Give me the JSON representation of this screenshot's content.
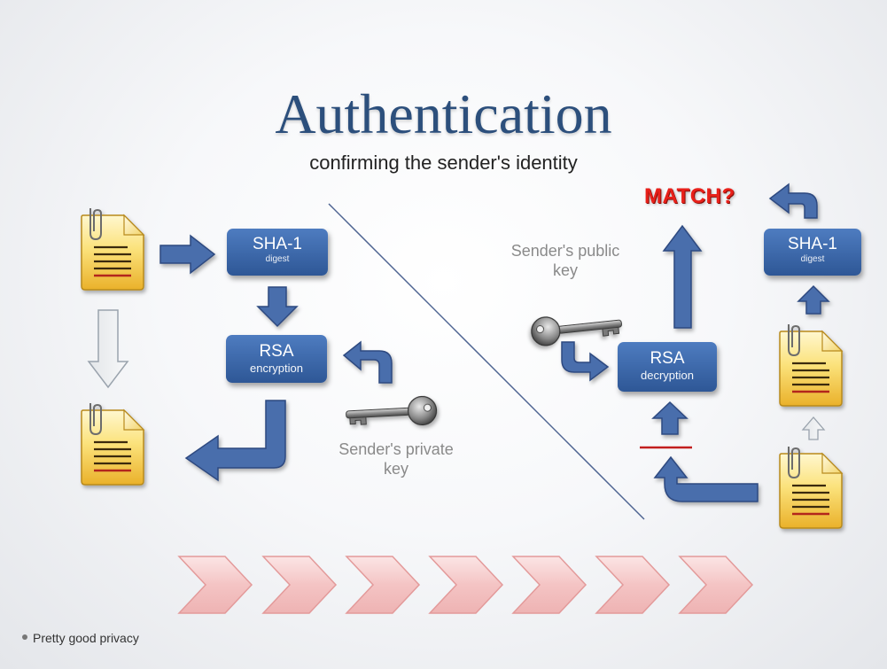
{
  "slide": {
    "title": "Authentication",
    "subtitle": "confirming the sender's identity",
    "match_label": "MATCH?",
    "boxes": {
      "sha1_left": {
        "title": "SHA-1",
        "subtitle": "digest"
      },
      "rsa_left": {
        "title": "RSA",
        "subtitle": "encryption"
      },
      "rsa_right": {
        "title": "RSA",
        "subtitle": "decryption"
      },
      "sha1_right": {
        "title": "SHA-1",
        "subtitle": "digest"
      }
    },
    "private_key_label": [
      "Sender's private",
      "key"
    ],
    "public_key_label": [
      "Sender's public",
      "key"
    ],
    "bullet": "Pretty good privacy"
  },
  "colors": {
    "title": "#2c4f7c",
    "box": "#3a67a8",
    "arrow": "#4a6eac",
    "match": "#e8201a",
    "chevron": "#f3c3c3",
    "document": "#f6c744"
  },
  "icons": [
    "document-icon",
    "key-icon",
    "chevron-icon",
    "arrow-icon"
  ]
}
